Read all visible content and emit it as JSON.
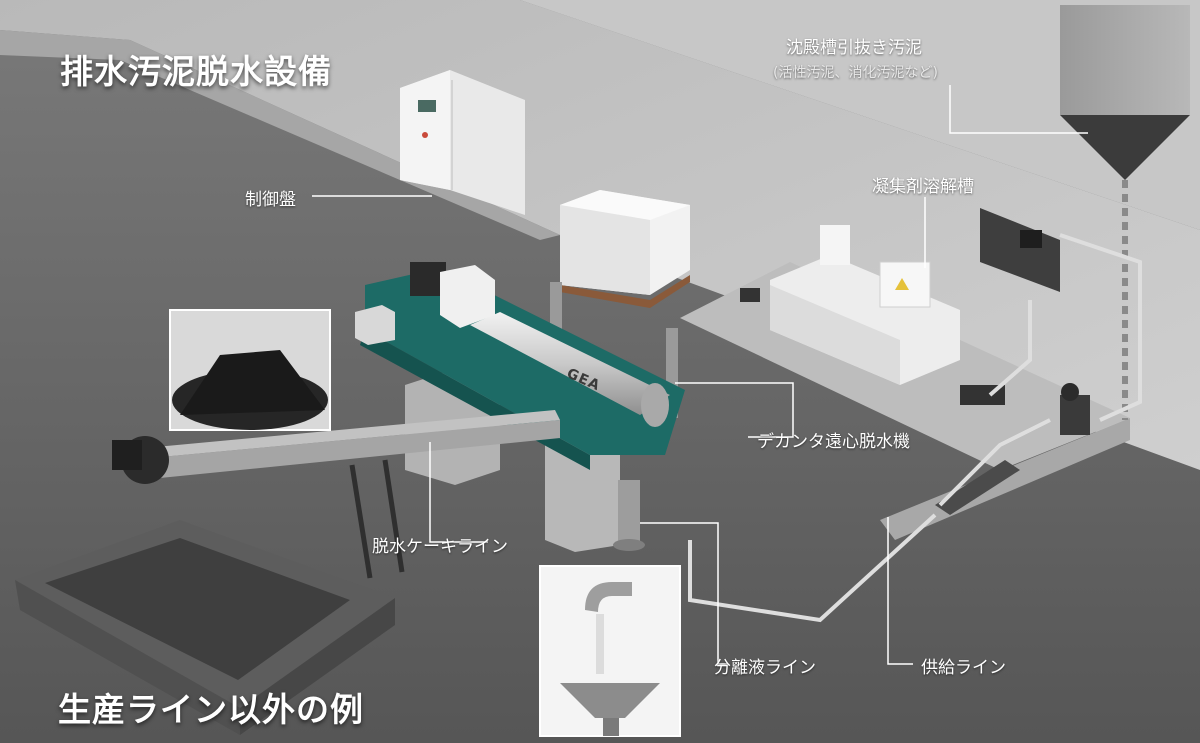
{
  "title": "排水汚泥脱水設備",
  "footer_title": "生産ライン以外の例",
  "labels": {
    "sludge_source": "沈殿槽引抜き汚泥",
    "sludge_source_note": "(活性汚泥、消化汚泥など)",
    "control_panel": "制御盤",
    "flocculant_tank": "凝集剤溶解槽",
    "decanter": "デカンタ遠心脱水機",
    "cake_line": "脱水ケーキライン",
    "separated_liquid_line": "分離液ライン",
    "supply_line": "供給ライン"
  },
  "logos": {
    "decanter_brand": "GEA"
  },
  "colors": {
    "decanter_body": "#1d6b66",
    "label_text": "#ffffff",
    "leader_line": "#ffffff"
  }
}
